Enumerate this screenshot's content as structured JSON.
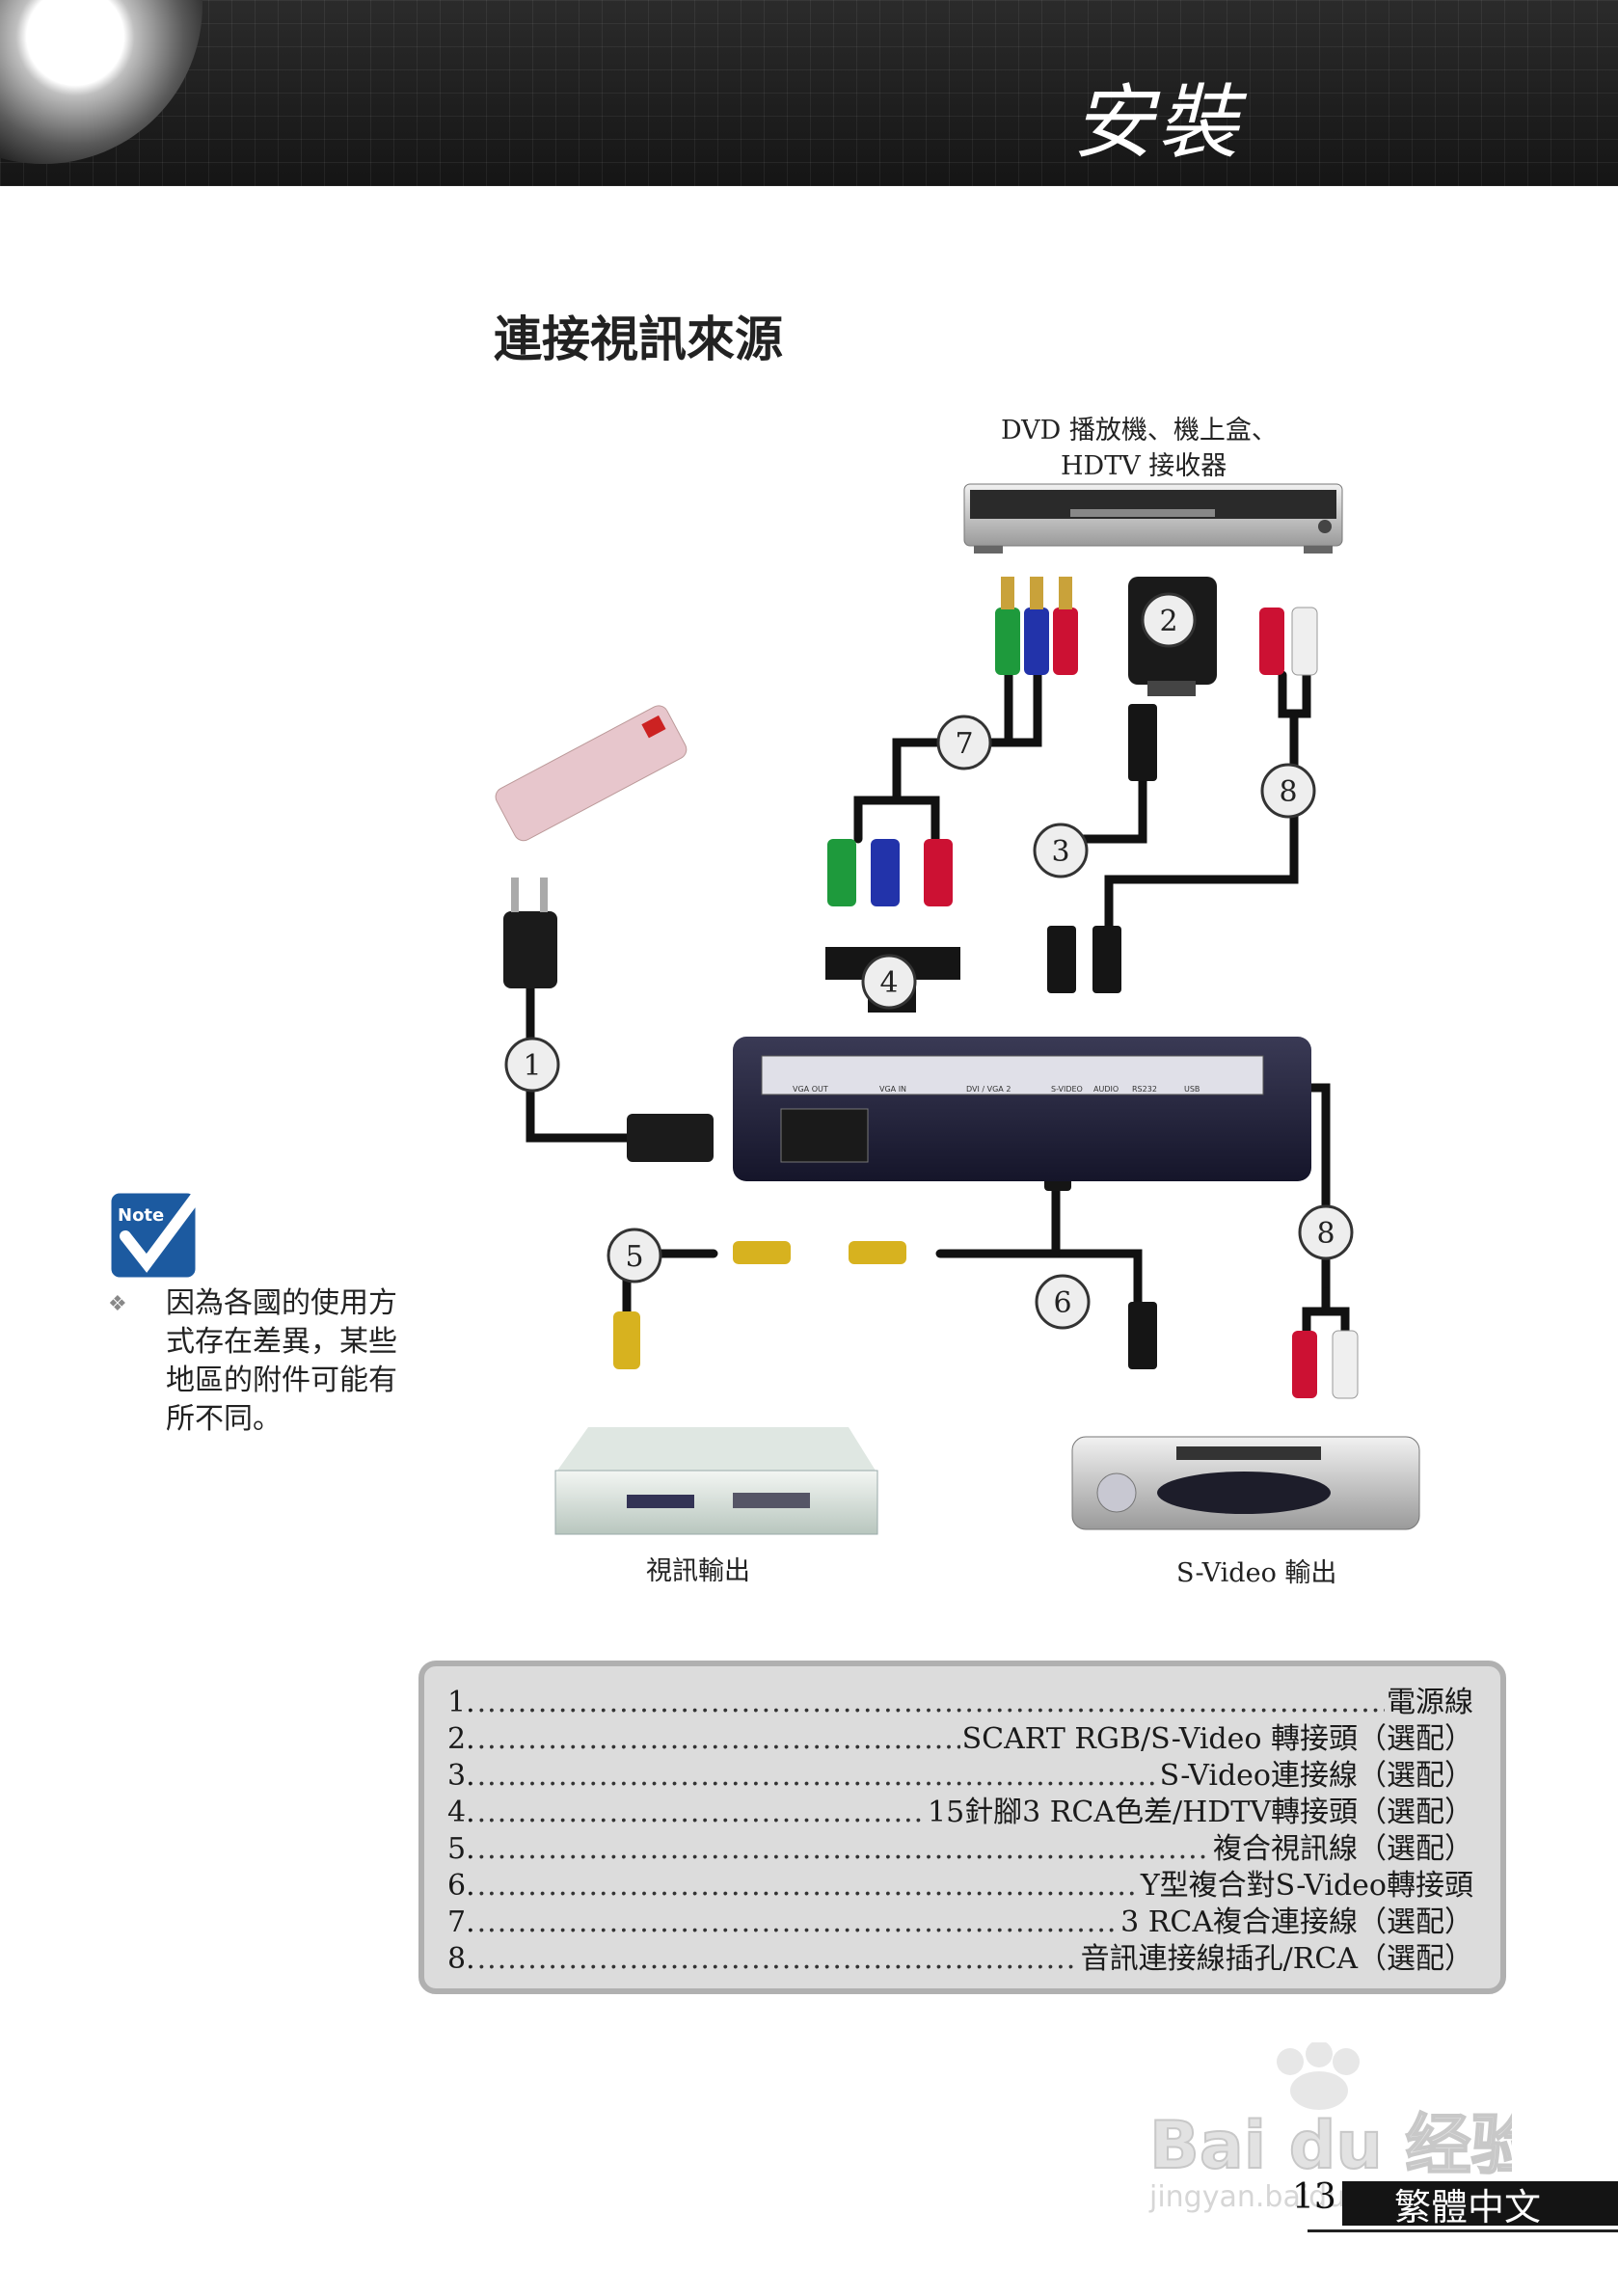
{
  "header": {
    "title": "安裝"
  },
  "section": {
    "title": "連接視訊來源"
  },
  "diagram": {
    "labels": {
      "dvd_line1": "DVD 播放機、機上盒、",
      "dvd_line2": "HDTV 接收器",
      "video_out": "視訊輸出",
      "svideo_out": "S-Video 輸出"
    },
    "callouts": [
      "1",
      "2",
      "3",
      "4",
      "5",
      "6",
      "7",
      "8",
      "8"
    ],
    "port_labels": [
      "VGA OUT",
      "VGA IN",
      "DVI / VGA 2",
      "S-VIDEO",
      "AUDIO",
      "RS232",
      "USB"
    ]
  },
  "note": {
    "icon_text": "Note",
    "bullet": "❖",
    "lines": [
      "因為各國的使用方",
      "式存在差異，某些",
      "地區的附件可能有",
      "所不同。"
    ]
  },
  "parts": [
    {
      "num": "1.",
      "name": "電源線"
    },
    {
      "num": "2.",
      "name": "SCART RGB/S-Video 轉接頭（選配）"
    },
    {
      "num": "3.",
      "name": "S-Video連接線（選配）"
    },
    {
      "num": "4.",
      "name": "15針腳3 RCA色差/HDTV轉接頭（選配）"
    },
    {
      "num": "5.",
      "name": "複合視訊線（選配）"
    },
    {
      "num": "6.",
      "name": "Y型複合對S-Video轉接頭"
    },
    {
      "num": "7.",
      "name": "3 RCA複合連接線（選配）"
    },
    {
      "num": "8.",
      "name": "音訊連接線插孔/RCA（選配）"
    }
  ],
  "watermark": {
    "text": "Bai du 经验",
    "sub": "jingyan.baidu.com"
  },
  "footer": {
    "page_number": "13",
    "language": "繁體中文"
  }
}
